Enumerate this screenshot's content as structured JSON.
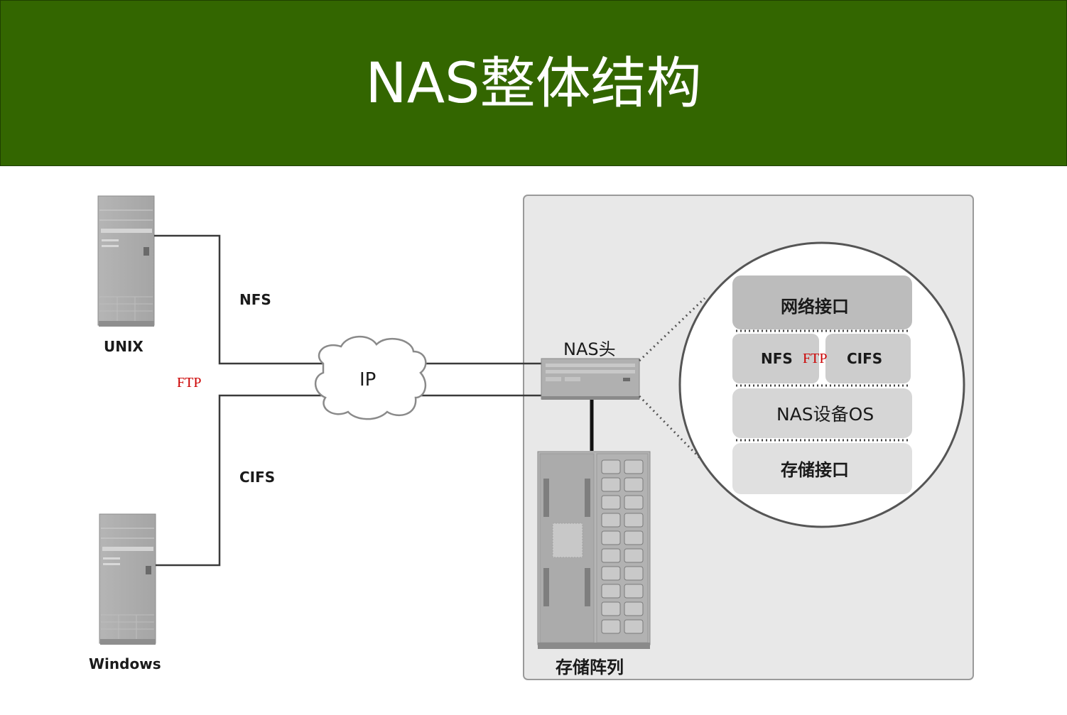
{
  "title": "NAS整体结构",
  "colors": {
    "header_bg": "#336600",
    "title_text": "#ffffff",
    "annotation_red": "#cc0000",
    "panel_bg": "#e8e8e8"
  },
  "clients": [
    {
      "name": "UNIX",
      "icon": "server-tower-icon"
    },
    {
      "name": "Windows",
      "icon": "server-tower-icon"
    }
  ],
  "links": {
    "unix_protocol": "NFS",
    "windows_protocol": "CIFS",
    "extra_protocol": "FTP",
    "network": "IP"
  },
  "nas": {
    "head_label": "NAS头",
    "storage_label": "存储阵列",
    "stack": {
      "network_interface": "网络接口",
      "nfs": "NFS",
      "ftp": "FTP",
      "cifs": "CIFS",
      "os": "NAS设备OS",
      "storage_interface": "存储接口"
    }
  }
}
